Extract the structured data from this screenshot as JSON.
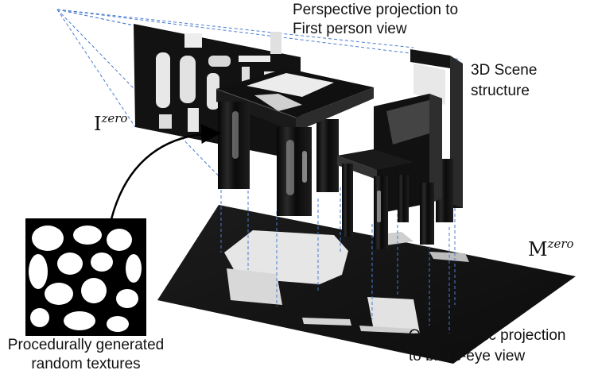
{
  "labels": {
    "perspective_line1": "Perspective projection to",
    "perspective_line2": "First person view",
    "scene_line1": "3D Scene",
    "scene_line2": "structure",
    "ortho_line1": "Orthographic projection",
    "ortho_line2": "to bird's-eye view",
    "textures_line1": "Procedurally generated",
    "textures_line2": "random textures"
  },
  "symbols": {
    "image_base": "I",
    "image_sup": "zero",
    "map_base": "M",
    "map_sup": "zero"
  },
  "colors": {
    "projection_lines": "#4a7cd0",
    "surface": "#141414",
    "highlight": "#e8e8e8",
    "label_text": "#111111"
  }
}
